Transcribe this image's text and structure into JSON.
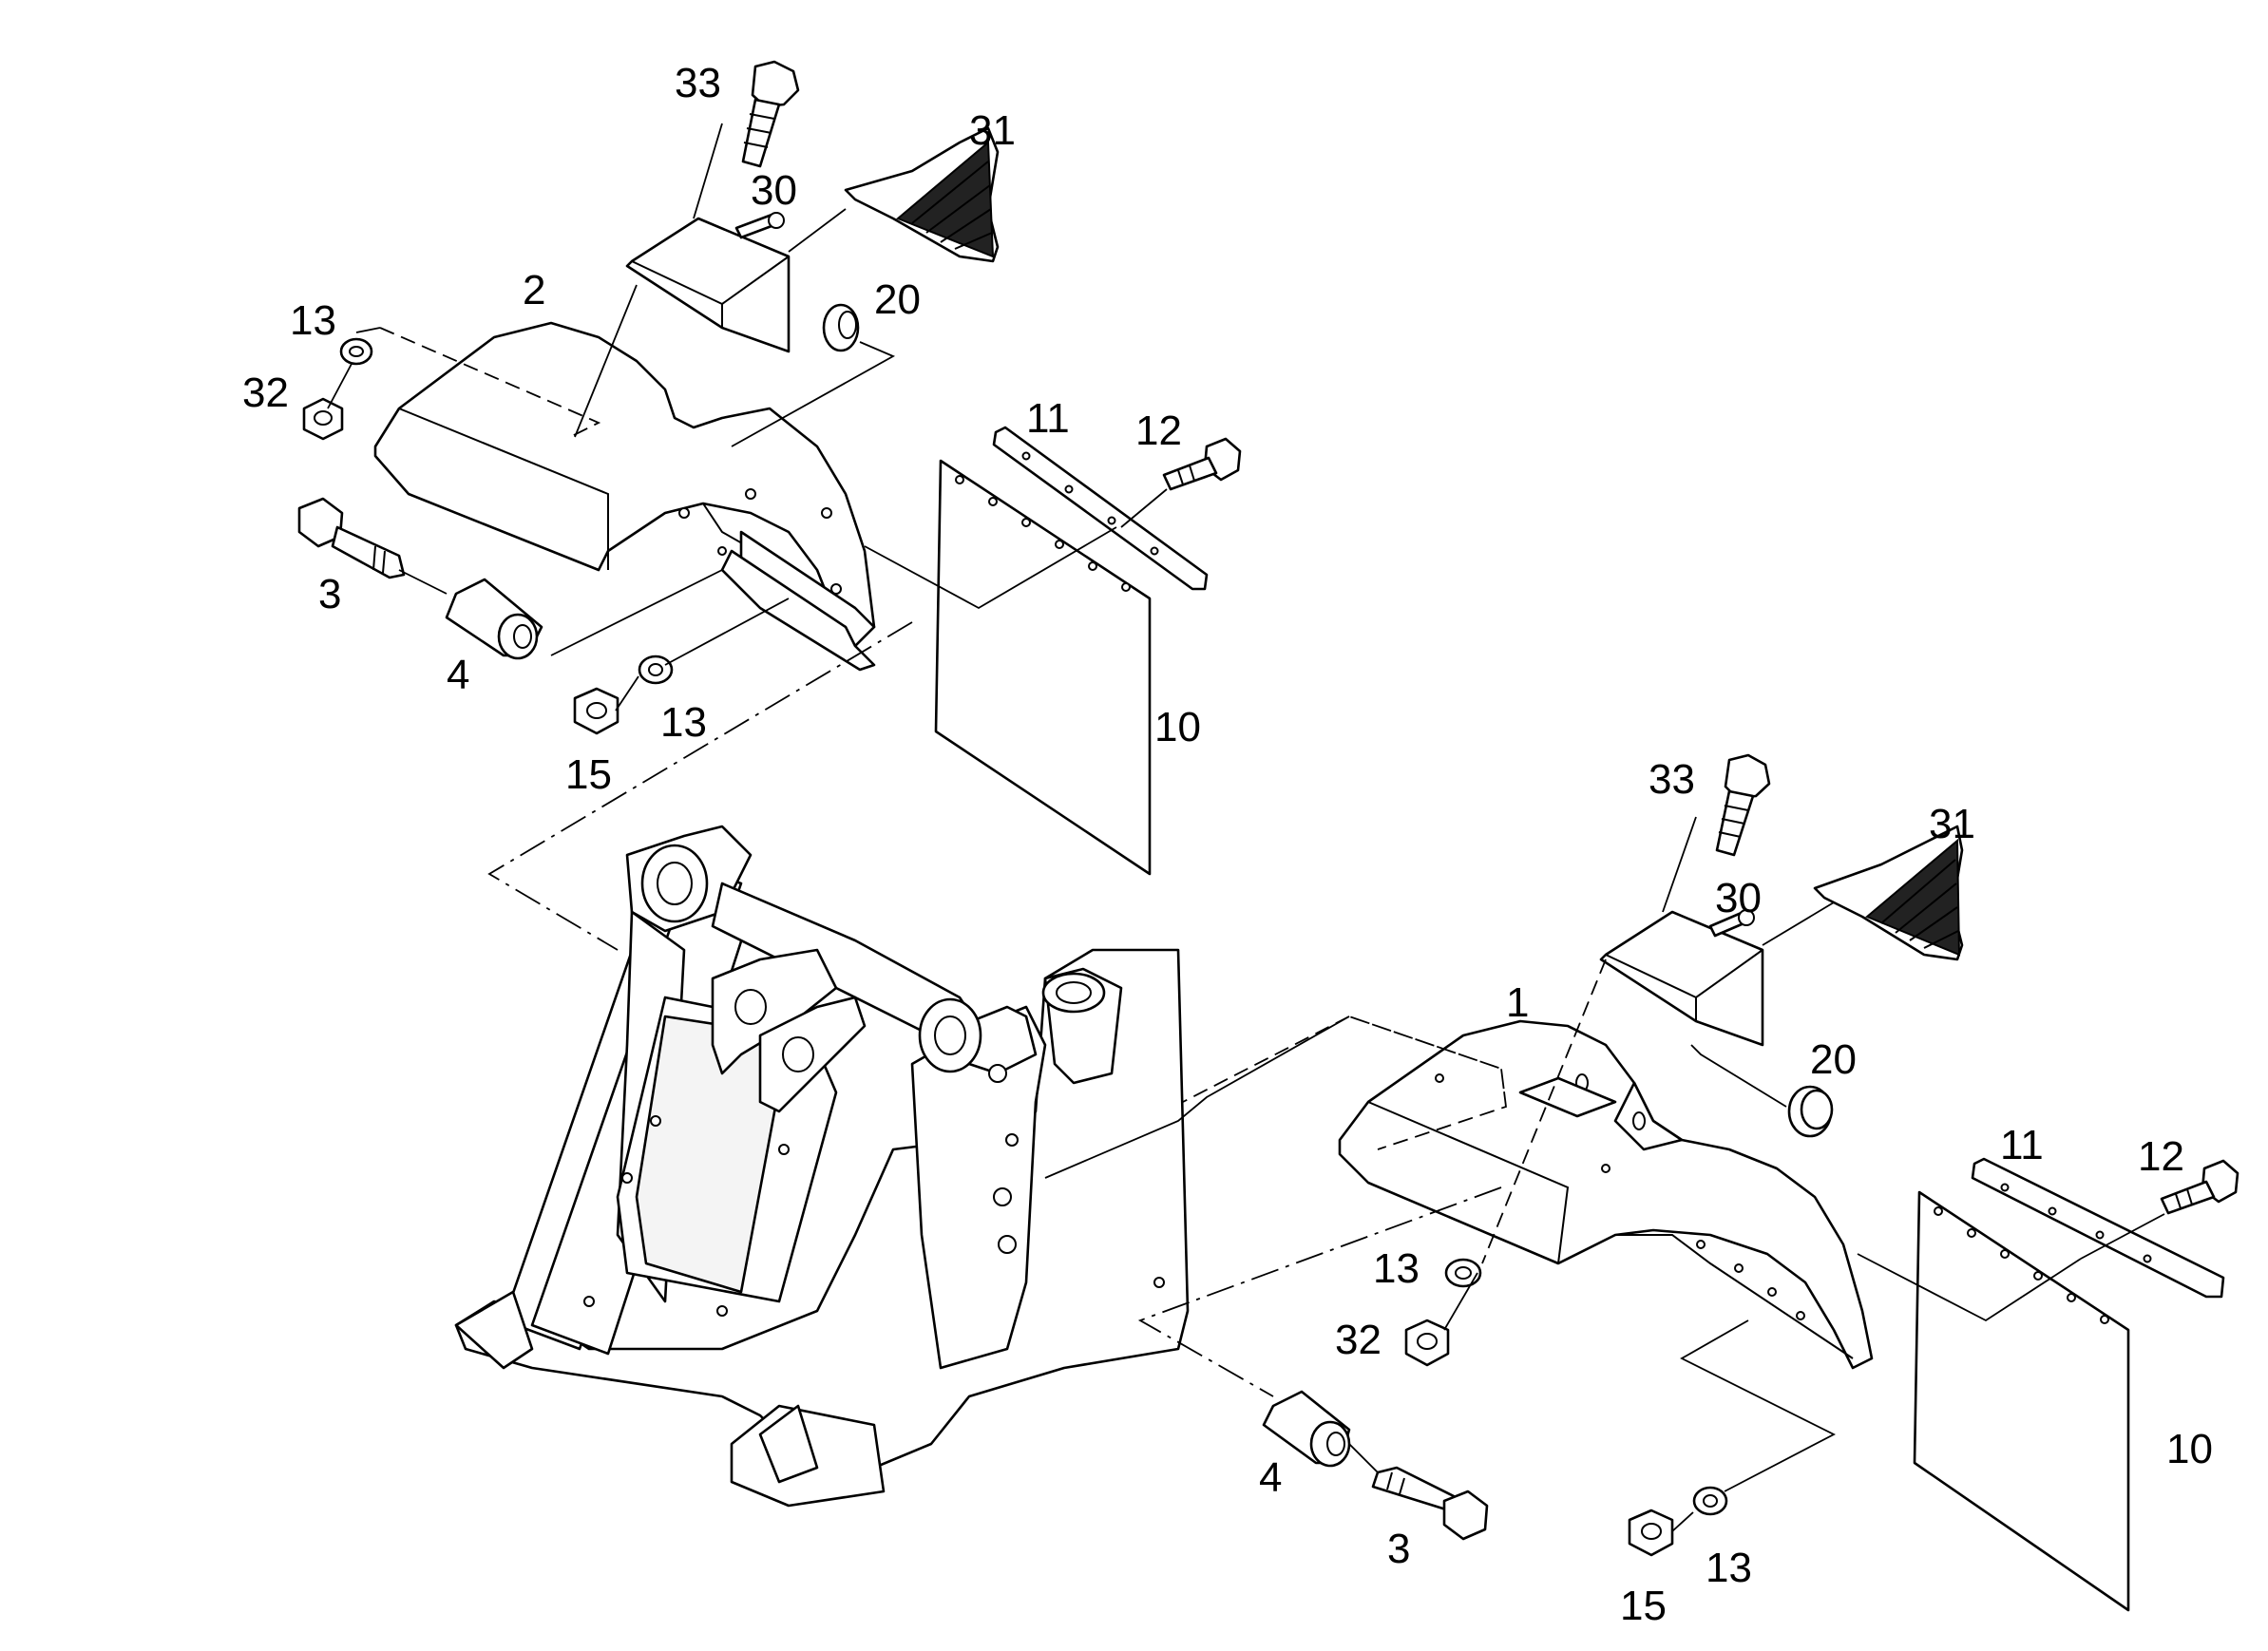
{
  "callouts": {
    "top": {
      "part_33": "33",
      "part_31": "31",
      "part_30": "30",
      "part_2": "2",
      "part_20": "20",
      "part_13a": "13",
      "part_32": "32",
      "part_11": "11",
      "part_12": "12",
      "part_3": "3",
      "part_4": "4",
      "part_13b": "13",
      "part_15": "15",
      "part_10": "10"
    },
    "bottom": {
      "part_33": "33",
      "part_31": "31",
      "part_30": "30",
      "part_1": "1",
      "part_20": "20",
      "part_11": "11",
      "part_12": "12",
      "part_13a": "13",
      "part_32": "32",
      "part_10": "10",
      "part_4": "4",
      "part_3": "3",
      "part_15": "15",
      "part_13b": "13"
    }
  }
}
